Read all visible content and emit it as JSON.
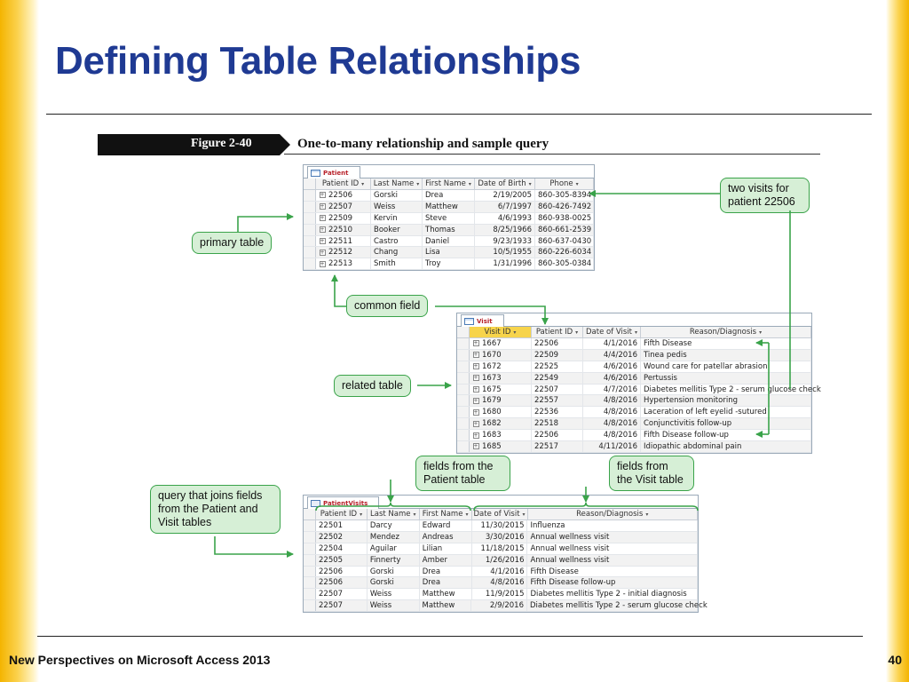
{
  "slide": {
    "title": "Defining Table Relationships",
    "footer": "New Perspectives on Microsoft Access 2013",
    "page_number": "40"
  },
  "figure": {
    "label": "Figure 2-40",
    "caption": "One-to-many relationship and sample query"
  },
  "patient_table": {
    "tab": "Patient",
    "columns": [
      "Patient ID",
      "Last Name",
      "First Name",
      "Date of Birth",
      "Phone"
    ],
    "rows": [
      [
        "22506",
        "Gorski",
        "Drea",
        "2/19/2005",
        "860-305-8394"
      ],
      [
        "22507",
        "Weiss",
        "Matthew",
        "6/7/1997",
        "860-426-7492"
      ],
      [
        "22509",
        "Kervin",
        "Steve",
        "4/6/1993",
        "860-938-0025"
      ],
      [
        "22510",
        "Booker",
        "Thomas",
        "8/25/1966",
        "860-661-2539"
      ],
      [
        "22511",
        "Castro",
        "Daniel",
        "9/23/1933",
        "860-637-0430"
      ],
      [
        "22512",
        "Chang",
        "Lisa",
        "10/5/1955",
        "860-226-6034"
      ],
      [
        "22513",
        "Smith",
        "Troy",
        "1/31/1996",
        "860-305-0384"
      ]
    ]
  },
  "visit_table": {
    "tab": "Visit",
    "columns": [
      "Visit ID",
      "Patient ID",
      "Date of Visit",
      "Reason/Diagnosis"
    ],
    "rows": [
      [
        "1667",
        "22506",
        "4/1/2016",
        "Fifth Disease"
      ],
      [
        "1670",
        "22509",
        "4/4/2016",
        "Tinea pedis"
      ],
      [
        "1672",
        "22525",
        "4/6/2016",
        "Wound care for patellar abrasion"
      ],
      [
        "1673",
        "22549",
        "4/6/2016",
        "Pertussis"
      ],
      [
        "1675",
        "22507",
        "4/7/2016",
        "Diabetes mellitis Type 2 - serum glucose check"
      ],
      [
        "1679",
        "22557",
        "4/8/2016",
        "Hypertension monitoring"
      ],
      [
        "1680",
        "22536",
        "4/8/2016",
        "Laceration of left eyelid -sutured"
      ],
      [
        "1682",
        "22518",
        "4/8/2016",
        "Conjunctivitis follow-up"
      ],
      [
        "1683",
        "22506",
        "4/8/2016",
        "Fifth Disease follow-up"
      ],
      [
        "1685",
        "22517",
        "4/11/2016",
        "Idiopathic abdominal pain"
      ]
    ]
  },
  "query_table": {
    "tab": "PatientVisits",
    "columns": [
      "Patient ID",
      "Last Name",
      "First Name",
      "Date of Visit",
      "Reason/Diagnosis"
    ],
    "rows": [
      [
        "22501",
        "Darcy",
        "Edward",
        "11/30/2015",
        "Influenza"
      ],
      [
        "22502",
        "Mendez",
        "Andreas",
        "3/30/2016",
        "Annual wellness visit"
      ],
      [
        "22504",
        "Aguilar",
        "Lilian",
        "11/18/2015",
        "Annual wellness visit"
      ],
      [
        "22505",
        "Finnerty",
        "Amber",
        "1/26/2016",
        "Annual wellness visit"
      ],
      [
        "22506",
        "Gorski",
        "Drea",
        "4/1/2016",
        "Fifth Disease"
      ],
      [
        "22506",
        "Gorski",
        "Drea",
        "4/8/2016",
        "Fifth Disease follow-up"
      ],
      [
        "22507",
        "Weiss",
        "Matthew",
        "11/9/2015",
        "Diabetes mellitis Type 2 - initial diagnosis"
      ],
      [
        "22507",
        "Weiss",
        "Matthew",
        "2/9/2016",
        "Diabetes mellitis Type 2 - serum glucose check"
      ]
    ]
  },
  "callouts": {
    "primary_table": "primary table",
    "two_visits": "two visits for patient 22506",
    "common_field": "common field",
    "related_table": "related table",
    "fields_patient": "fields from the Patient table",
    "fields_visit": "fields from the Visit table",
    "query_joins": "query that joins fields from the Patient and Visit tables"
  },
  "colors": {
    "title": "#1f3a93",
    "callout_fill": "#d6efd6",
    "callout_border": "#3aa34a",
    "tab_name": "#b8222b",
    "selected_header": "#f7d44b"
  }
}
